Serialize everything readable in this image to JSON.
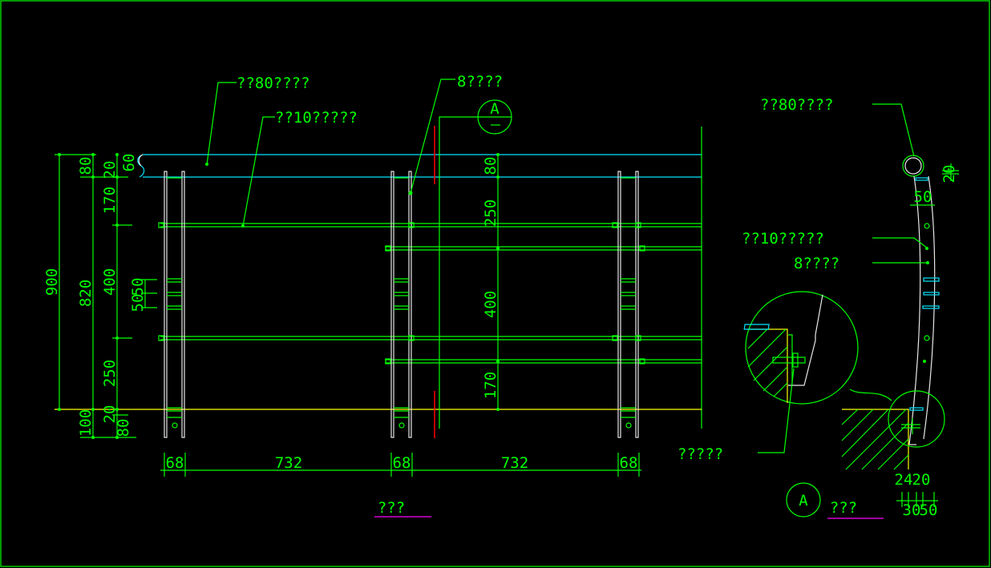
{
  "elevation": {
    "labels": {
      "handrail": "??80????",
      "bar": "??10?????",
      "post": "8????"
    },
    "section_marker": "A",
    "vertical_dims": {
      "overall": "900",
      "inner": "820",
      "bottom_offset": "100",
      "top": "80",
      "gap_170": "170",
      "gap_20_top": "20",
      "middle": "400",
      "lower": "250",
      "gap_20_bottom": "20",
      "base": "80",
      "top_cap": "60",
      "spacing_a": "50",
      "spacing_b": "50"
    },
    "mid_dims": {
      "top": "80",
      "upper": "250",
      "middle": "400",
      "lower": "170"
    },
    "horizontal_dims": [
      "68",
      "732",
      "68",
      "732",
      "68"
    ],
    "title": "???"
  },
  "section": {
    "labels": {
      "handrail": "??80????",
      "bar": "??10?????",
      "post": "8????",
      "anchor": "?????"
    },
    "dims": {
      "top": "20",
      "width": "50",
      "bottom_a": "24",
      "bottom_b": "20",
      "bottom_c": "30",
      "bottom_d": "50"
    },
    "marker": "A",
    "title": "???"
  }
}
